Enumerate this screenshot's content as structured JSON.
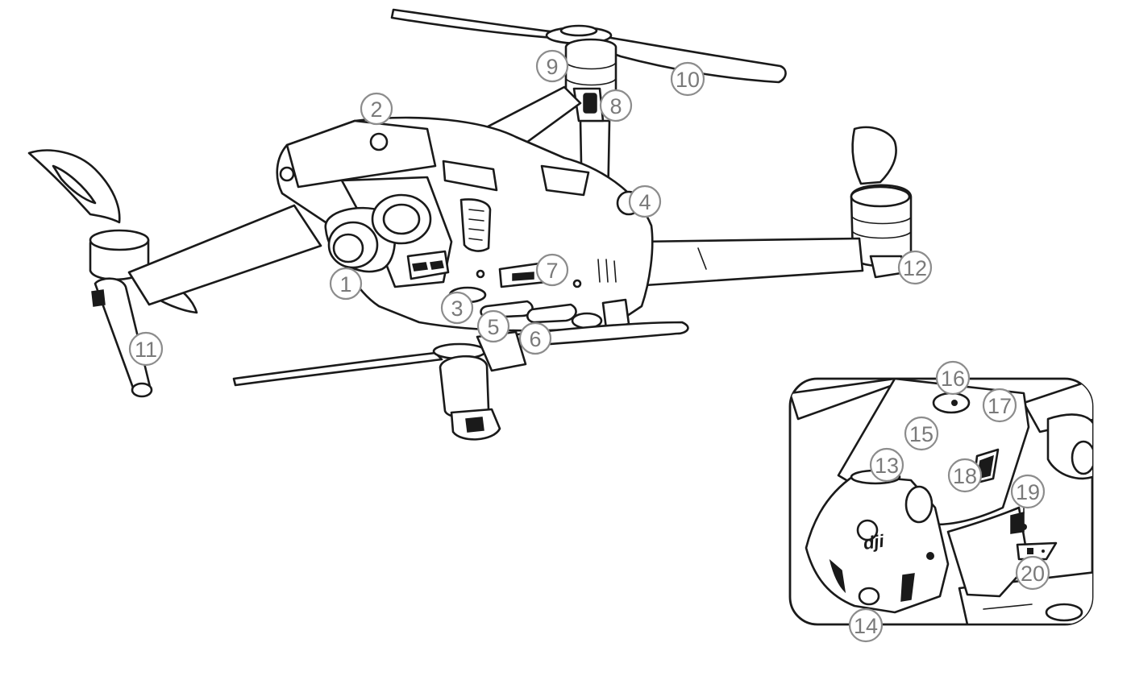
{
  "callouts": [
    {
      "label": "1"
    },
    {
      "label": "2"
    },
    {
      "label": "3"
    },
    {
      "label": "4"
    },
    {
      "label": "5"
    },
    {
      "label": "6"
    },
    {
      "label": "7"
    },
    {
      "label": "8"
    },
    {
      "label": "9"
    },
    {
      "label": "10"
    },
    {
      "label": "11"
    },
    {
      "label": "12"
    },
    {
      "label": "13"
    },
    {
      "label": "14"
    },
    {
      "label": "15"
    },
    {
      "label": "16"
    },
    {
      "label": "17"
    },
    {
      "label": "18"
    },
    {
      "label": "19"
    },
    {
      "label": "20"
    }
  ],
  "inset": {
    "logo_text": "dji"
  }
}
